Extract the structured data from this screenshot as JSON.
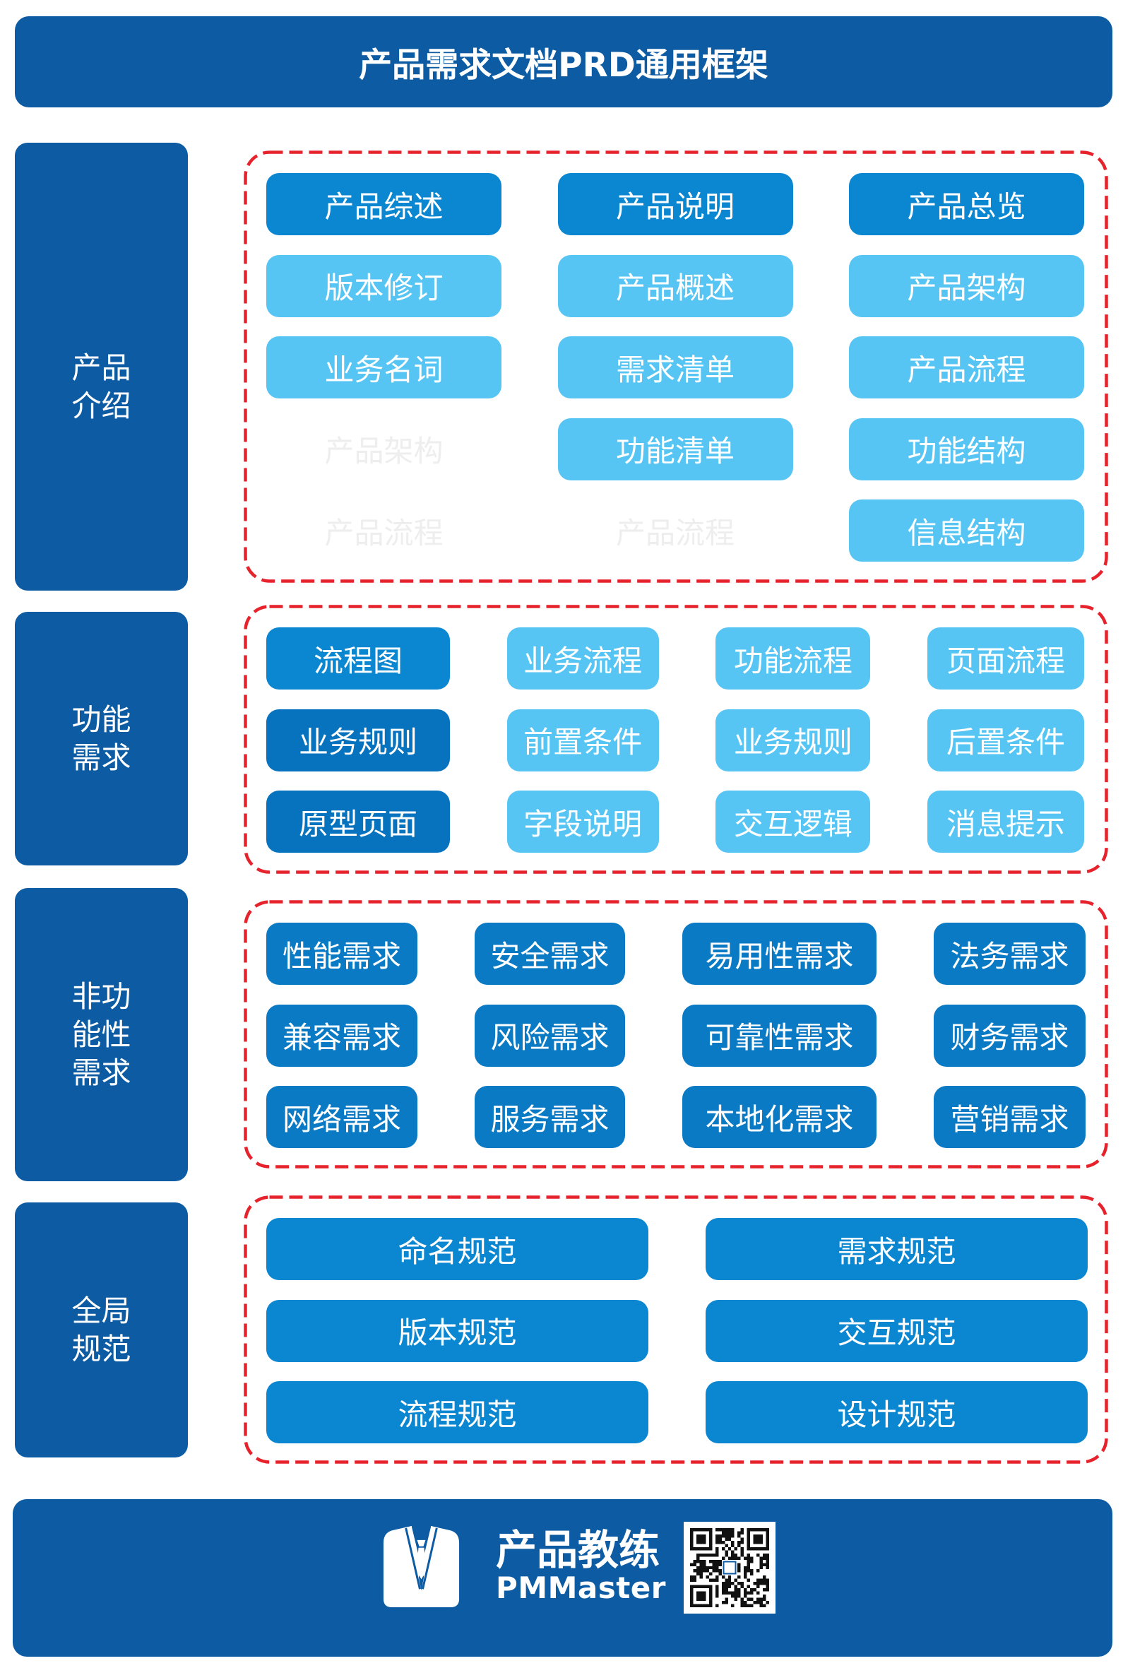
{
  "title": "产品需求文档PRD通用框架",
  "colors": {
    "frame": "#0c5ba3",
    "primary": "#0b87d2",
    "deep": "#0772bd",
    "mid": "#0a7ac5",
    "light": "#56c5f4",
    "ghost": "#eeeeee",
    "dash": "#e6232c"
  },
  "sections": [
    {
      "label_lines": [
        "产品",
        "介绍"
      ],
      "items": [
        "产品综述",
        "产品说明",
        "产品总览",
        "版本修订",
        "产品概述",
        "产品架构",
        "业务名词",
        "需求清单",
        "产品流程",
        "产品架构",
        "功能清单",
        "功能结构",
        "产品流程",
        "产品流程",
        "信息结构"
      ]
    },
    {
      "label_lines": [
        "功能",
        "需求"
      ],
      "items": [
        "流程图",
        "业务流程",
        "功能流程",
        "页面流程",
        "业务规则",
        "前置条件",
        "业务规则",
        "后置条件",
        "原型页面",
        "字段说明",
        "交互逻辑",
        "消息提示"
      ]
    },
    {
      "label_lines": [
        "非功",
        "能性",
        "需求"
      ],
      "items": [
        "性能需求",
        "安全需求",
        "易用性需求",
        "法务需求",
        "兼容需求",
        "风险需求",
        "可靠性需求",
        "财务需求",
        "网络需求",
        "服务需求",
        "本地化需求",
        "营销需求"
      ]
    },
    {
      "label_lines": [
        "全局",
        "规范"
      ],
      "items": [
        "命名规范",
        "需求规范",
        "版本规范",
        "交互规范",
        "流程规范",
        "设计规范"
      ]
    }
  ],
  "footer": {
    "logo_icon": "suit-jacket-icon",
    "brand_cn": "产品教练",
    "brand_en": "PMMaster",
    "qr_icon": "qr-code-icon"
  }
}
